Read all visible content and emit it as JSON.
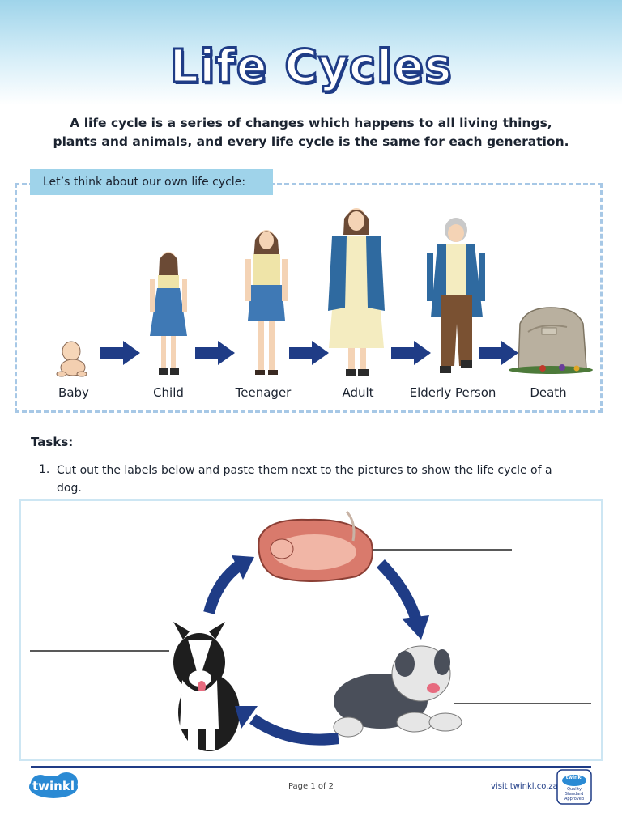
{
  "title": "Life Cycles",
  "intro": {
    "line1_pre": "A life cycle is a series of changes which happens to all ",
    "line1_bold": "living things",
    "line1_post": ",",
    "line2": "plants and animals, and every life cycle is the same for each generation."
  },
  "think_label": "Let’s think about our own life cycle:",
  "stages": [
    "Baby",
    "Child",
    "Teenager",
    "Adult",
    "Elderly Person",
    "Death"
  ],
  "tasks": {
    "heading": "Tasks:",
    "items": [
      {
        "num": "1.",
        "text": "Cut out the labels below and paste them next to the pictures to show the life cycle of a dog."
      }
    ]
  },
  "footer": {
    "logo_text": "twinkl",
    "page": "Page 1 of 2",
    "visit": "visit twinkl.co.za",
    "badge_top": "twinkl",
    "badge_text": "Quality Standard Approved"
  },
  "colors": {
    "arrow": "#1f3c86",
    "accent_blue": "#9fd3ea",
    "dashed_border": "#a7c8e6",
    "dog_frame": "#cde6f3"
  }
}
